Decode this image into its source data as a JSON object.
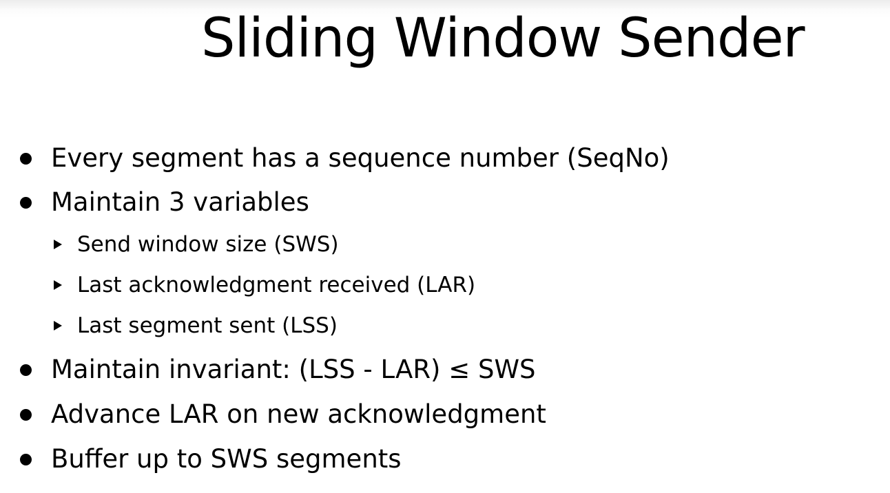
{
  "slide": {
    "title": "Sliding Window Sender",
    "bullets": [
      "Every segment has a sequence number (SeqNo)",
      "Maintain 3 variables",
      "Maintain invariant: (LSS - LAR) ≤ SWS",
      "Advance LAR on new acknowledgment",
      "Buffer up to SWS segments"
    ],
    "sub_bullets": [
      "Send window size (SWS)",
      "Last acknowledgment received (LAR)",
      "Last segment sent (LSS)"
    ]
  }
}
